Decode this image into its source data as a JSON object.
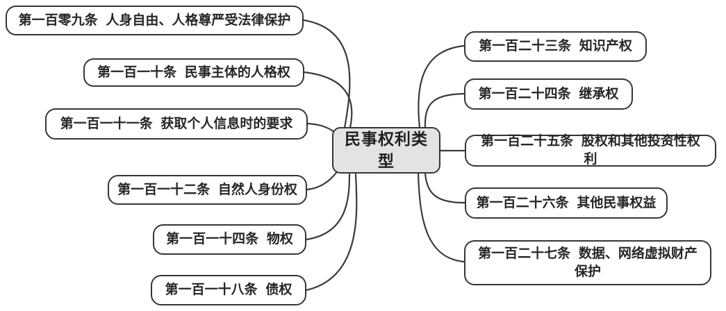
{
  "diagram": {
    "root": {
      "label": "民事权利类型"
    },
    "left_nodes": [
      {
        "num": "第一百零九条",
        "title": "人身自由、人格尊严受法律保护"
      },
      {
        "num": "第一百一十条",
        "title": "民事主体的人格权"
      },
      {
        "num": "第一百一十一条",
        "title": "获取个人信息时的要求"
      },
      {
        "num": "第一百一十二条",
        "title": "自然人身份权"
      },
      {
        "num": "第一百一十四条",
        "title": "物权"
      },
      {
        "num": "第一百一十八条",
        "title": "债权"
      }
    ],
    "right_nodes": [
      {
        "num": "第一百二十三条",
        "title": "知识产权"
      },
      {
        "num": "第一百二十四条",
        "title": "继承权"
      },
      {
        "num": "第一百二十五条",
        "title": "股权和其他投资性权利"
      },
      {
        "num": "第一百二十六条",
        "title": "其他民事权益"
      },
      {
        "num": "第一百二十七条",
        "title": "数据、网络虚拟财产保护"
      }
    ],
    "colors": {
      "line": "#3a3a3a",
      "box_border": "#353535",
      "box_fill": "#ffffff",
      "root_fill": "#e3e3e3",
      "text": "#262626",
      "background": "#ffffff"
    }
  }
}
